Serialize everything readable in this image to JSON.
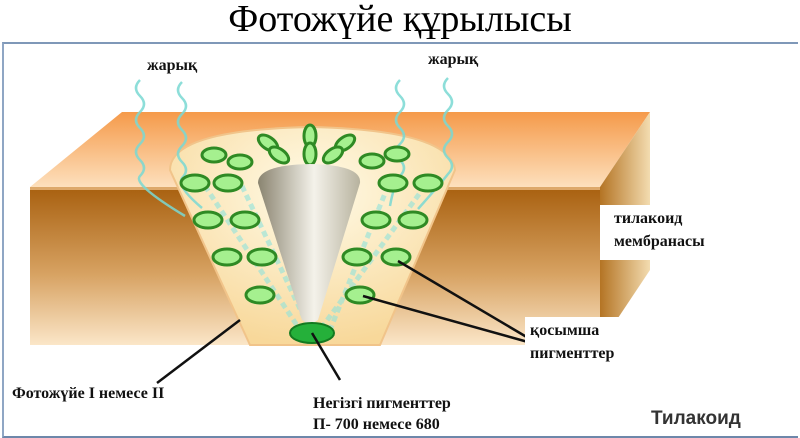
{
  "title": "Фотожүйе құрылысы",
  "labels": {
    "light_left": "жарық",
    "light_right": "жарық",
    "membrane_line1": "тилакоид",
    "membrane_line2": "мембранасы",
    "accessory_line1": "қосымша",
    "accessory_line2": "пигменттер",
    "photosystem": "Фотожүйе І немесе ІІ",
    "core_line1": "Негізгі пигменттер",
    "core_line2": "П- 700 немесе 680",
    "thylakoid": "Тилакоид"
  },
  "colors": {
    "membrane_top": "#f7b77a",
    "membrane_front": "#b06d1c",
    "membrane_side": "#c99445",
    "funnel": "#fbe7b6",
    "pigment_fill": "#9ef08a",
    "pigment_stroke": "#2e8a22",
    "core_pigment": "#25b03a",
    "light_wave": "#6fd6d2",
    "cone": "#a9a48c"
  }
}
